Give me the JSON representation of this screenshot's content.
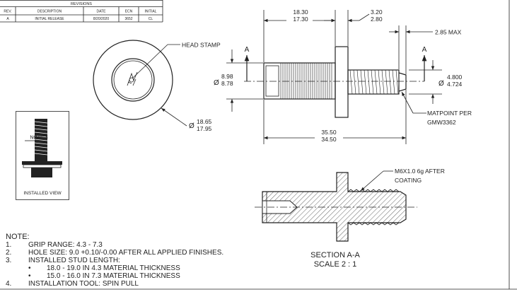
{
  "revisions": {
    "title": "REVISIONS",
    "headers": [
      "REV.",
      "DESCRIPTION",
      "DATE",
      "ECN",
      "INITIAL"
    ],
    "rows": [
      [
        "A",
        "INITIAL RELEASE",
        "8/20/2020",
        "3652",
        "CL"
      ]
    ]
  },
  "callouts": {
    "head_stamp": "HEAD STAMP",
    "dia_head_max": "18.65",
    "dia_head_min": "17.95",
    "dia_body_max": "8.98",
    "dia_body_min": "8.78",
    "len_max": "18.30",
    "len_min": "17.30",
    "flange_max": "3.20",
    "flange_min": "2.80",
    "tip_max": "2.85 MAX",
    "dia_thread_max": "4.800",
    "dia_thread_min": "4.724",
    "overall_max": "35.50",
    "overall_min": "34.50",
    "matpoint_line1": "MATPOINT PER",
    "matpoint_line2": "GMW3362",
    "section_mark": "A",
    "diameter_symbol": "Ø",
    "thread_line1": "M6X1.0 6g AFTER",
    "thread_line2": "COATING"
  },
  "installed_view": {
    "note_ref": "NOTE 3",
    "label": "INSTALLED VIEW"
  },
  "section": {
    "title": "SECTION A-A",
    "scale": "SCALE 2 : 1"
  },
  "notes": {
    "heading": "NOTE:",
    "items": [
      {
        "num": "1.",
        "text": "GRIP RANGE: 4.3 - 7.3"
      },
      {
        "num": "2.",
        "text": "HOLE SIZE: 9.0 +0.10/-0.00  AFTER ALL APPLIED FINISHES."
      },
      {
        "num": "3.",
        "text": "INSTALLED STUD LENGTH:"
      },
      {
        "num": "•",
        "text": "18.0 - 19.0 IN 4.3 MATERIAL THICKNESS"
      },
      {
        "num": "•",
        "text": "15.0 - 16.0 IN 7.3 MATERIAL THICKNESS"
      },
      {
        "num": "4.",
        "text": "INSTALLATION TOOL: SPIN PULL"
      }
    ]
  }
}
